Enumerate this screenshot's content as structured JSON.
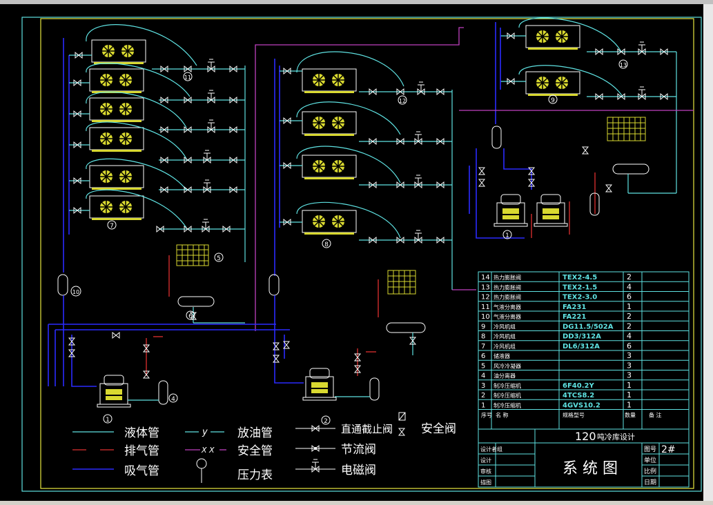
{
  "title_block": {
    "project": "120",
    "project_suffix": "吨冷库设计",
    "drawing_name": "系 统 图",
    "drawing_no_label": "图号",
    "drawing_no": "2#",
    "left_labels": [
      "设计者组",
      "设计",
      "审核",
      "描图"
    ],
    "right_labels": [
      "单位",
      "比例",
      "日期"
    ]
  },
  "parts_table": {
    "header": {
      "no": "序号",
      "name": "名  称",
      "model": "规格型号",
      "qty": "数量",
      "remark": "备  注"
    },
    "rows": [
      {
        "no": "14",
        "name": "热力膨胀阀",
        "model": "TEX2-4.5",
        "qty": "2"
      },
      {
        "no": "13",
        "name": "热力膨胀阀",
        "model": "TEX2-1.5",
        "qty": "4"
      },
      {
        "no": "12",
        "name": "热力膨胀阀",
        "model": "TEX2-3.0",
        "qty": "6"
      },
      {
        "no": "11",
        "name": "气液分离器",
        "model": "FA231",
        "qty": "1"
      },
      {
        "no": "10",
        "name": "气液分离器",
        "model": "FA221",
        "qty": "2"
      },
      {
        "no": "9",
        "name": "冷风机组",
        "model": "DG11.5/502A",
        "qty": "2"
      },
      {
        "no": "8",
        "name": "冷风机组",
        "model": "DD3/312A",
        "qty": "4"
      },
      {
        "no": "7",
        "name": "冷风机组",
        "model": "DL6/312A",
        "qty": "6"
      },
      {
        "no": "6",
        "name": "储液器",
        "model": "",
        "qty": "3"
      },
      {
        "no": "5",
        "name": "风冷冷凝器",
        "model": "",
        "qty": "3"
      },
      {
        "no": "4",
        "name": "油分离器",
        "model": "",
        "qty": "3"
      },
      {
        "no": "3",
        "name": "制冷压缩机",
        "model": "6F40.2Y",
        "qty": "1"
      },
      {
        "no": "2",
        "name": "制冷压缩机",
        "model": "4TCS8.2",
        "qty": "1"
      },
      {
        "no": "1",
        "name": "制冷压缩机",
        "model": "4GVS10.2",
        "qty": "1"
      }
    ]
  },
  "legend": {
    "liquid_pipe": "液体管",
    "discharge_pipe": "排气管",
    "suction_pipe": "吸气管",
    "oil_drain_pipe": "放油管",
    "safety_pipe": "安全管",
    "pressure_gauge": "压力表",
    "stop_valve": "直通截止阀",
    "throttle_valve": "节流阀",
    "solenoid_valve": "电磁阀",
    "safety_valve": "安全阀",
    "oil_symbol": "y",
    "safety_symbol": "X X"
  },
  "callouts": {
    "c1a": "1",
    "c1b": "1",
    "c2": "2",
    "c4": "4",
    "c5": "5",
    "c6": "6",
    "c7": "7",
    "c8": "8",
    "c9a": "9",
    "c9b": "9",
    "c10": "10",
    "c11": "11",
    "c12": "12",
    "c13": "13"
  },
  "colors": {
    "background": "#000000",
    "liquid": "#5fe3e3",
    "suction": "#2a2aff",
    "discharge": "#e03030",
    "safety": "#c040c0",
    "frame": "#e8e840"
  }
}
